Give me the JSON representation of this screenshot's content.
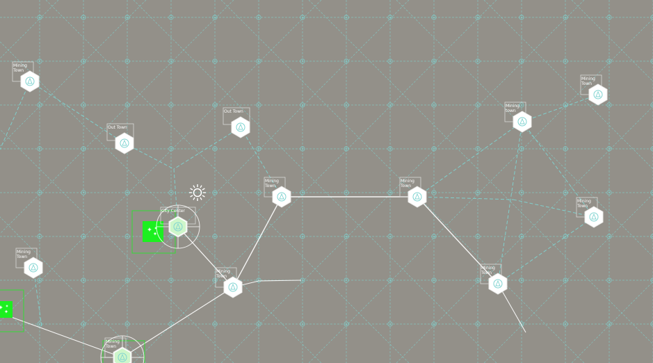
{
  "colors": {
    "background": "#939089",
    "grid": "#7fd3d0",
    "road": "#ffffff",
    "selected": "#1cf020"
  },
  "nodes": [
    {
      "id": "n1",
      "label": "Mining\nTown",
      "icon": "mining-town-icon"
    },
    {
      "id": "n2",
      "label": "Out Town",
      "icon": "outpost-icon"
    },
    {
      "id": "n3",
      "label": "Out Town",
      "icon": "outpost-icon"
    },
    {
      "id": "n4",
      "label": "Mining\nTown",
      "icon": "mining-town-icon"
    },
    {
      "id": "n5",
      "label": "Mining\nTown",
      "icon": "mining-town-icon"
    },
    {
      "id": "n6",
      "label": "Mining\ntown",
      "icon": "mining-town-icon"
    },
    {
      "id": "n7",
      "label": "Mining\nTown",
      "icon": "mining-town-icon"
    },
    {
      "id": "n8",
      "label": "Mining\nTown",
      "icon": "mining-town-icon"
    },
    {
      "id": "n9",
      "label": "City Center",
      "icon": "city-center-icon"
    },
    {
      "id": "n10",
      "label": "Mining\nTown",
      "icon": "mining-town-icon"
    },
    {
      "id": "n11",
      "label": "Mining\nTown",
      "icon": "mining-town-icon"
    },
    {
      "id": "n12",
      "label": "Mining\nTown",
      "icon": "mining-town-icon"
    },
    {
      "id": "n13",
      "label": "Mining\nTown",
      "icon": "mining-town-icon"
    }
  ],
  "selection_icon": "sparkle-icon",
  "sun_icon": "sun-icon"
}
